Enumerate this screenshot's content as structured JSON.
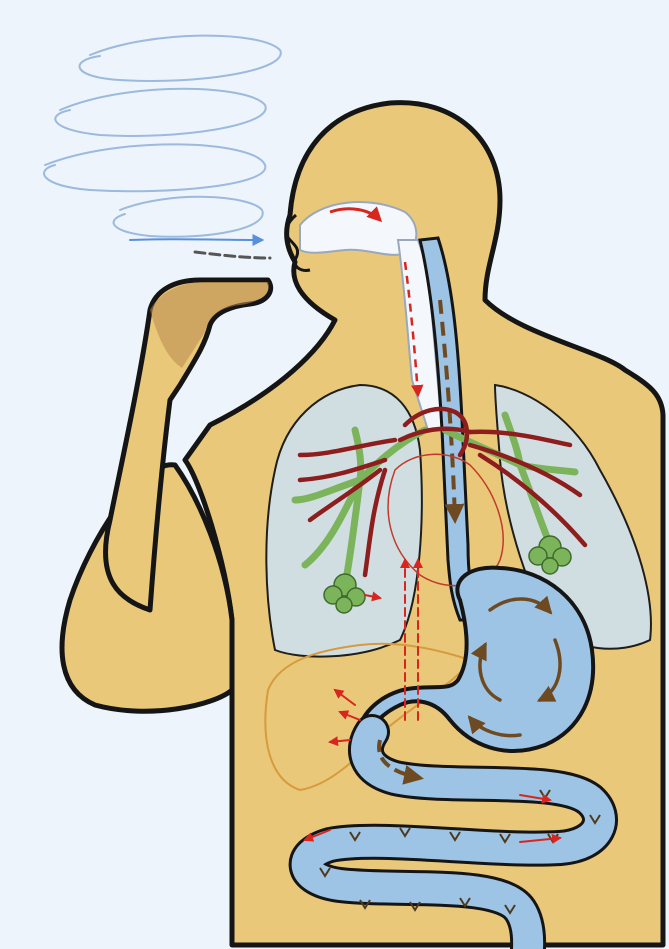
{
  "figure": {
    "kind": "hand-drawn anatomical illustration",
    "labels": []
  },
  "colors": {
    "background": "#eef4fb",
    "body_fill": "#e9c87a",
    "outline": "#151515",
    "lung_fill": "#cfe0e8",
    "digestive_tract": "#9dc4e4",
    "airway": "#f4f7fb",
    "bronchi": "#7cb45c",
    "blood_vessels": "#8e1d1d",
    "arrows_red": "#d8261f",
    "arrows_brown": "#6e4a22",
    "smoke": "#8db0d8",
    "liver_outline": "#d79a3c"
  },
  "icons": {
    "inhaled_air": "swirl-lines",
    "flow_direction": "arrow-marks"
  }
}
